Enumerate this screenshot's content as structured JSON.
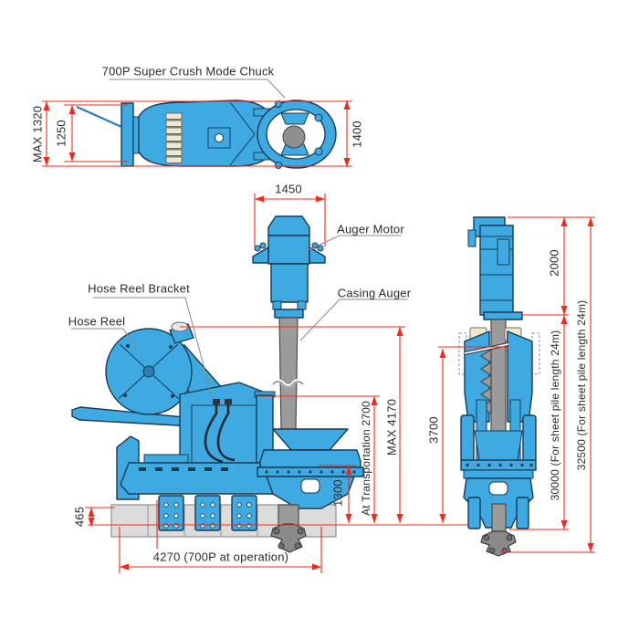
{
  "colors": {
    "machine_blue": "#3fa9e1",
    "outline_navy": "#173a56",
    "dimension_red": "#f5281b",
    "metal_gray": "#9b9b9b",
    "pile_gray": "#dcdcdc",
    "leader_gray": "#8a8a8a",
    "cream": "#efe8d0",
    "text_dark": "#2b2b2b"
  },
  "labels": {
    "chuck": "700P Super Crush Mode Chuck",
    "auger_motor": "Auger Motor",
    "casing_auger": "Casing Auger",
    "hose_reel_bracket": "Hose Reel Bracket",
    "hose_reel": "Hose Reel"
  },
  "dimensions": {
    "max_1320": "MAX 1320",
    "d1250": "1250",
    "d1400": "1400",
    "d1450": "1450",
    "max_4170": "MAX 4170",
    "transport_2700": "At Transportation 2700",
    "d3700": "3700",
    "d1300": "1300",
    "d465": "465",
    "d4270": "4270 (700P at operation)",
    "d2000": "2000",
    "d30000": "30000 (For sheet pile length 24m)",
    "d32500": "32500 (For sheet pile length 24m)"
  }
}
